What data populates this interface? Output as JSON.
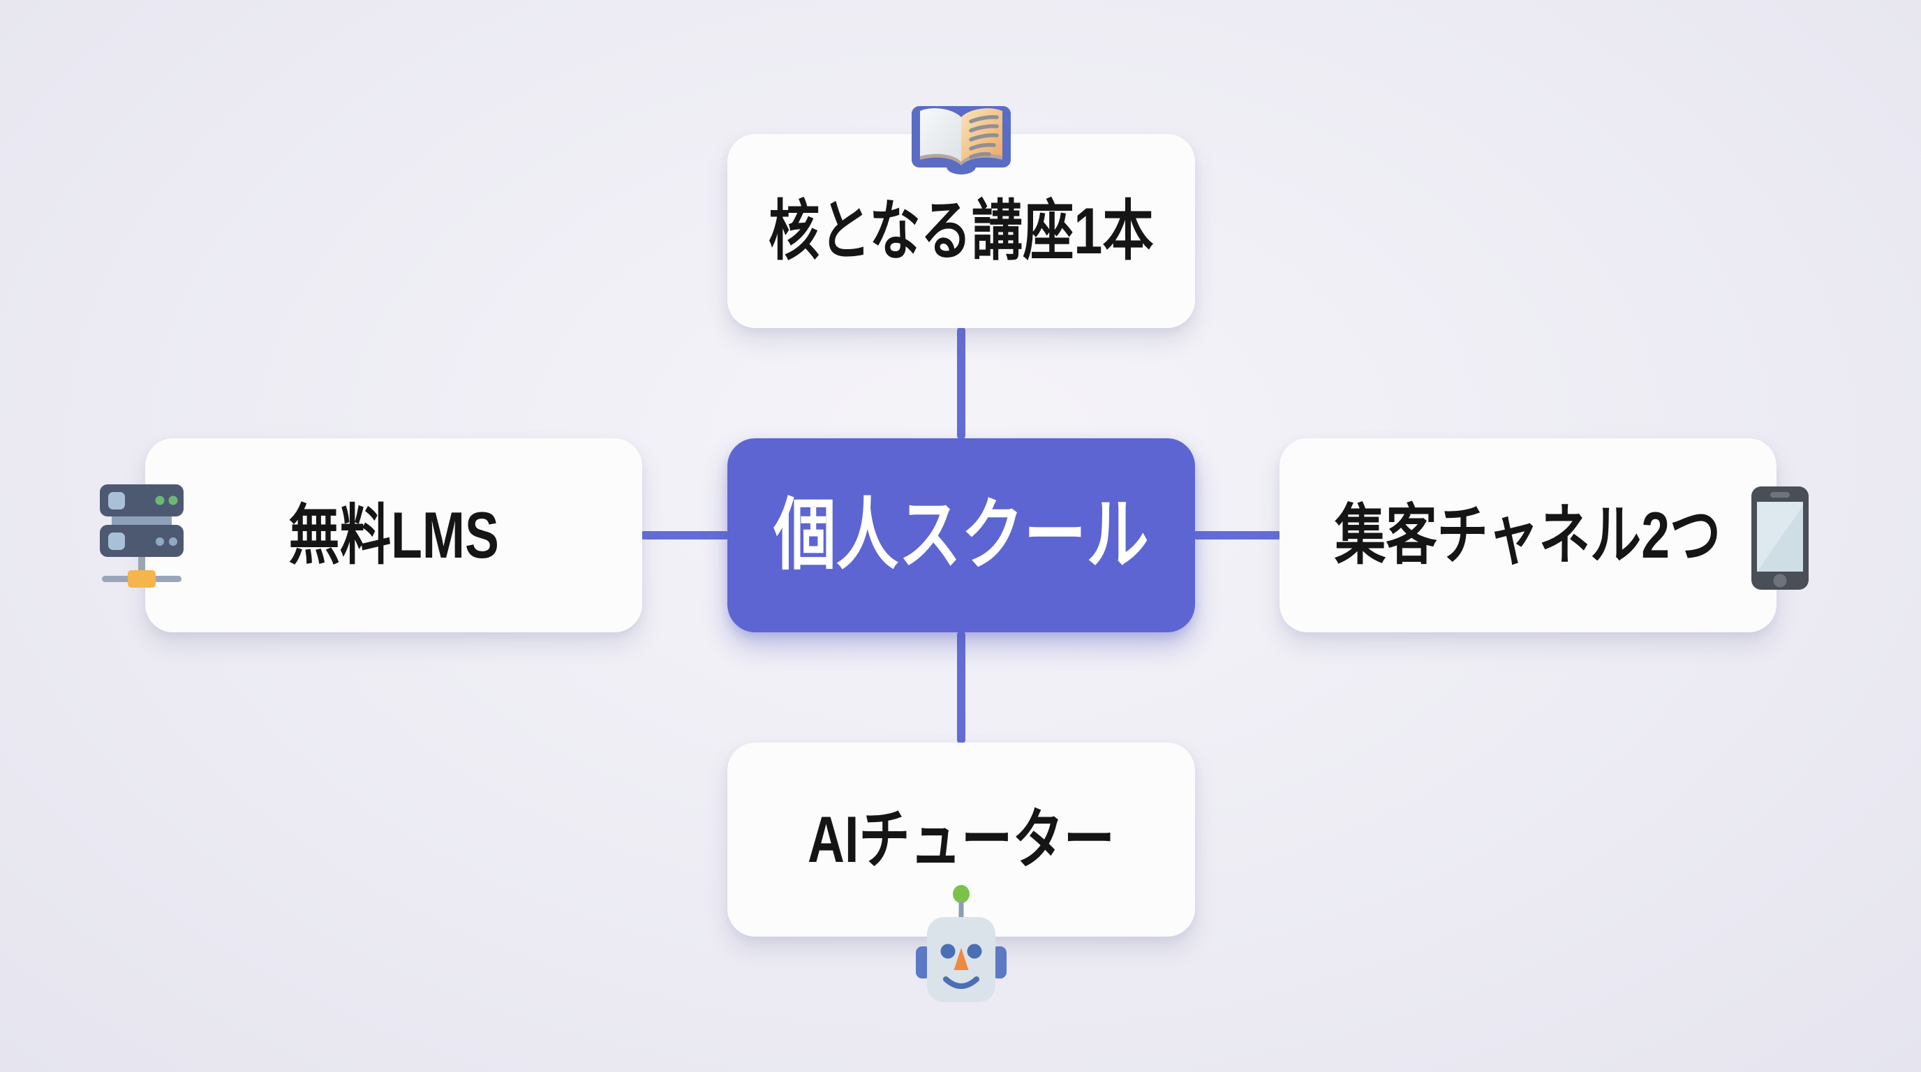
{
  "diagram": {
    "center_node": {
      "label": "個人スクール",
      "role": "hub"
    },
    "nodes": [
      {
        "position": "top",
        "label": "核となる講座1本",
        "icon": "open-book-icon"
      },
      {
        "position": "left",
        "label": "無料LMS",
        "icon": "server-icon"
      },
      {
        "position": "right",
        "label": "集客チャネル2つ",
        "icon": "smartphone-icon"
      },
      {
        "position": "bottom",
        "label": "AIチューター",
        "icon": "robot-icon"
      }
    ],
    "connectors": [
      "hub-top",
      "hub-left",
      "hub-right",
      "hub-bottom"
    ],
    "colors": {
      "background": "#edecf4",
      "card": "#fcfcfd",
      "accent": "#5d65d2",
      "connector": "#646dd6",
      "label_text": "#151515",
      "center_text": "#ffffff"
    }
  }
}
